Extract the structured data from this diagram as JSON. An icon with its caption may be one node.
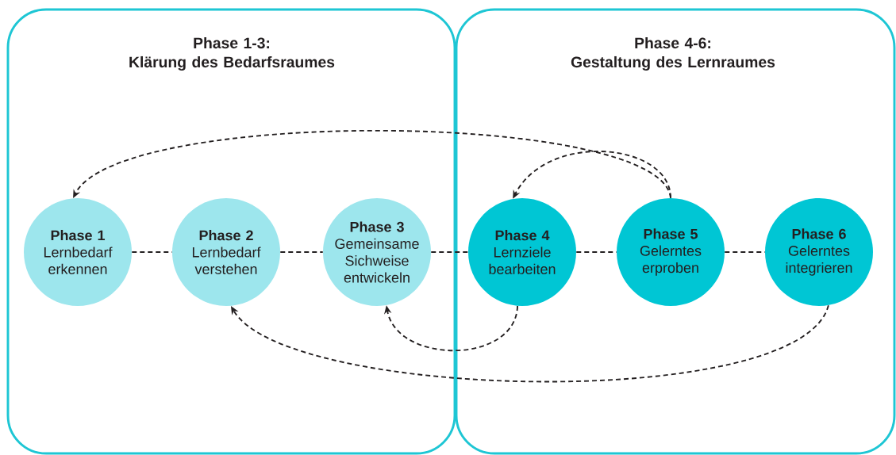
{
  "diagram": {
    "nodes": [
      {
        "text": [
          "Phase 1-3:",
          "Klärung des Bedarfsraumes"
        ]
      },
      {
        "text": [
          "Phase 4-6:",
          "Gestaltung des Lernraumes"
        ]
      },
      {
        "text": [
          "Phase 1",
          "Lernbedarf erkennen"
        ],
        "in": 0
      },
      {
        "text": [
          "Phase 2",
          "Lernbedarf verstehen"
        ],
        "in": 0
      },
      {
        "text": [
          "Phase 3",
          "Gemeinsame Sichweise entwickeln"
        ],
        "in": 0
      },
      {
        "text": [
          "Phase 4",
          "Lernziele bearbeiten"
        ],
        "in": 1
      },
      {
        "text": [
          "Phase 5",
          "Gelerntes erproben"
        ],
        "in": 1
      },
      {
        "text": [
          "Phase 6",
          "Gelerntes integrieren"
        ],
        "in": 1
      }
    ],
    "edges": [
      {
        "from": 2,
        "to": 3,
        "arrow": "none",
        "style": "dashed"
      },
      {
        "from": 3,
        "to": 4,
        "arrow": "none",
        "style": "dashed"
      },
      {
        "from": 4,
        "to": 5,
        "arrow": "none",
        "style": "dashed"
      },
      {
        "from": 5,
        "to": 6,
        "arrow": "none",
        "style": "dashed"
      },
      {
        "from": 6,
        "to": 7,
        "arrow": "none",
        "style": "dashed"
      },
      {
        "from": 6,
        "to": 2,
        "arrow": "to",
        "style": "dashed"
      },
      {
        "from": 6,
        "to": 5,
        "arrow": "to",
        "style": "dashed"
      },
      {
        "from": 5,
        "to": 4,
        "arrow": "to",
        "style": "dashed"
      },
      {
        "from": 7,
        "to": 3,
        "arrow": "to",
        "style": "dashed"
      }
    ]
  }
}
